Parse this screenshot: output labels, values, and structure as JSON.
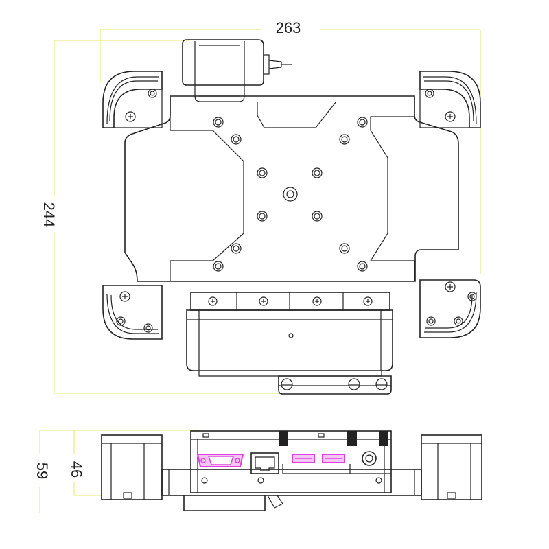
{
  "dimensions": {
    "top_width": "263",
    "top_height": "244",
    "side_total_height": "59",
    "side_body_height": "46"
  },
  "colors": {
    "line": "#222222",
    "dimension_line": "#e6e66a",
    "connector_accent": "#e040e0",
    "background": "#ffffff"
  }
}
